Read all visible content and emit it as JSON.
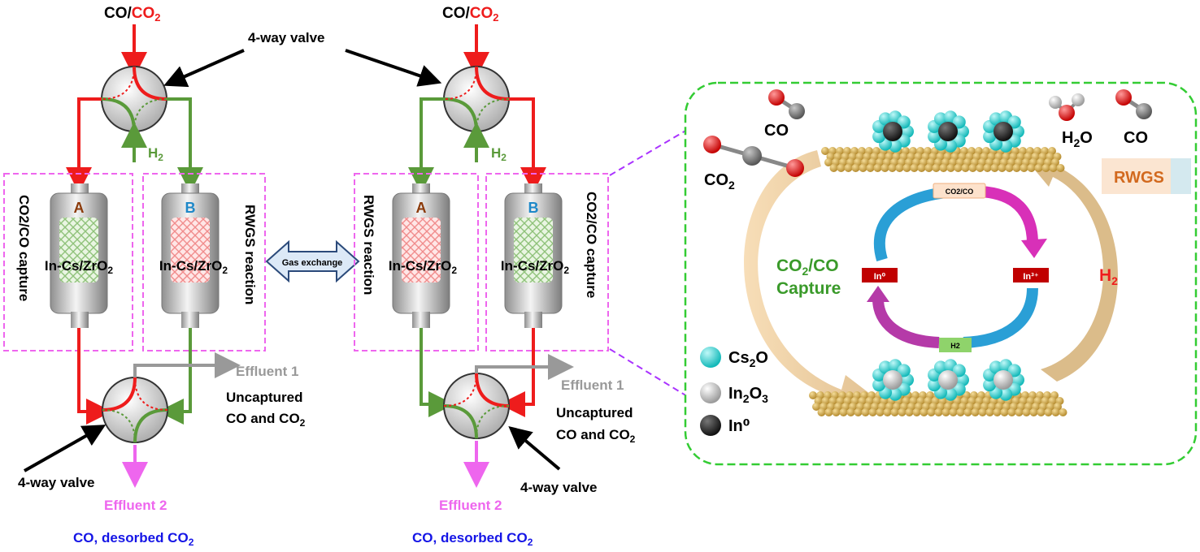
{
  "labels": {
    "co": "CO",
    "slash": "/",
    "co2_top": "CO",
    "co2_sub": "2",
    "four_way_valve": "4-way valve",
    "h": "H",
    "sub2": "2",
    "a": "A",
    "b": "B",
    "in_cs_pre": "In-Cs/ZrO",
    "capture_vertical": "CO2/CO capture",
    "rwgs_reaction": "RWGS reaction",
    "gas_exchange": "Gas exchange",
    "effluent1": "Effluent 1",
    "uncaptured_line1": "Uncaptured",
    "uncaptured_line2_pre": "CO and CO",
    "effluent2": "Effluent 2",
    "desorbed_pre": "CO, desorbed CO"
  },
  "inset": {
    "co": "CO",
    "co2_pre": "CO",
    "h2o_pre": "H",
    "h2o_post": "O",
    "rwgs": "RWGS",
    "co2co_badge": "CO2/CO",
    "capture_line1_pre": "CO",
    "capture_line1_post": "/CO",
    "capture_line2": "Capture",
    "in0": "In⁰",
    "in3": "In³⁺",
    "h2_badge": "H2",
    "h2_pre": "H",
    "legend_cs2o_pre": "Cs",
    "legend_cs2o_post": "O",
    "legend_in2o3_pre": "In",
    "legend_in2o3_mid": "O",
    "legend_in2o3_sub3": "3",
    "legend_in0": "In⁰"
  },
  "colors": {
    "red": "#ee1c1c",
    "green": "#5a9a3a",
    "magenta": "#ee44ee",
    "inset_border": "#33cc33",
    "blue_text": "#1515e6",
    "gray_text": "#999999",
    "cs2o": "#2ad6d6",
    "in2o3": "#eeeeee",
    "in0": "#222222",
    "rwgs_text": "#d2691e"
  }
}
